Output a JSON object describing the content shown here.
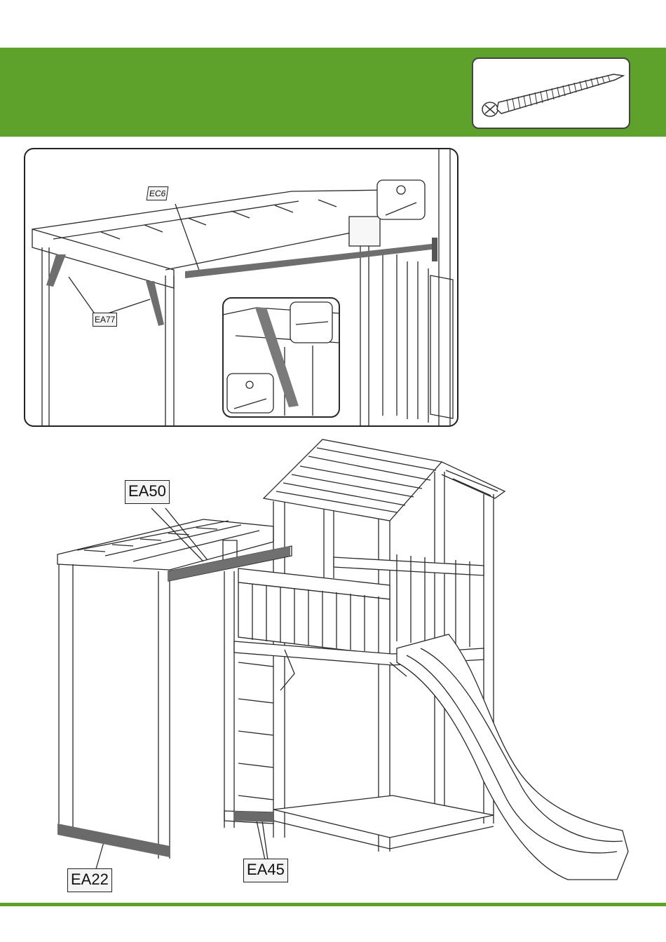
{
  "colors": {
    "banner_green": "#5fa22b",
    "line": "#2a2a2a",
    "part_dark": "#707070"
  },
  "hardware": {
    "icon": "screw-icon"
  },
  "labels": {
    "ec6": "EC6",
    "ea77": "EA77",
    "ea50": "EA50",
    "ea22": "EA22",
    "ea45": "EA45"
  }
}
